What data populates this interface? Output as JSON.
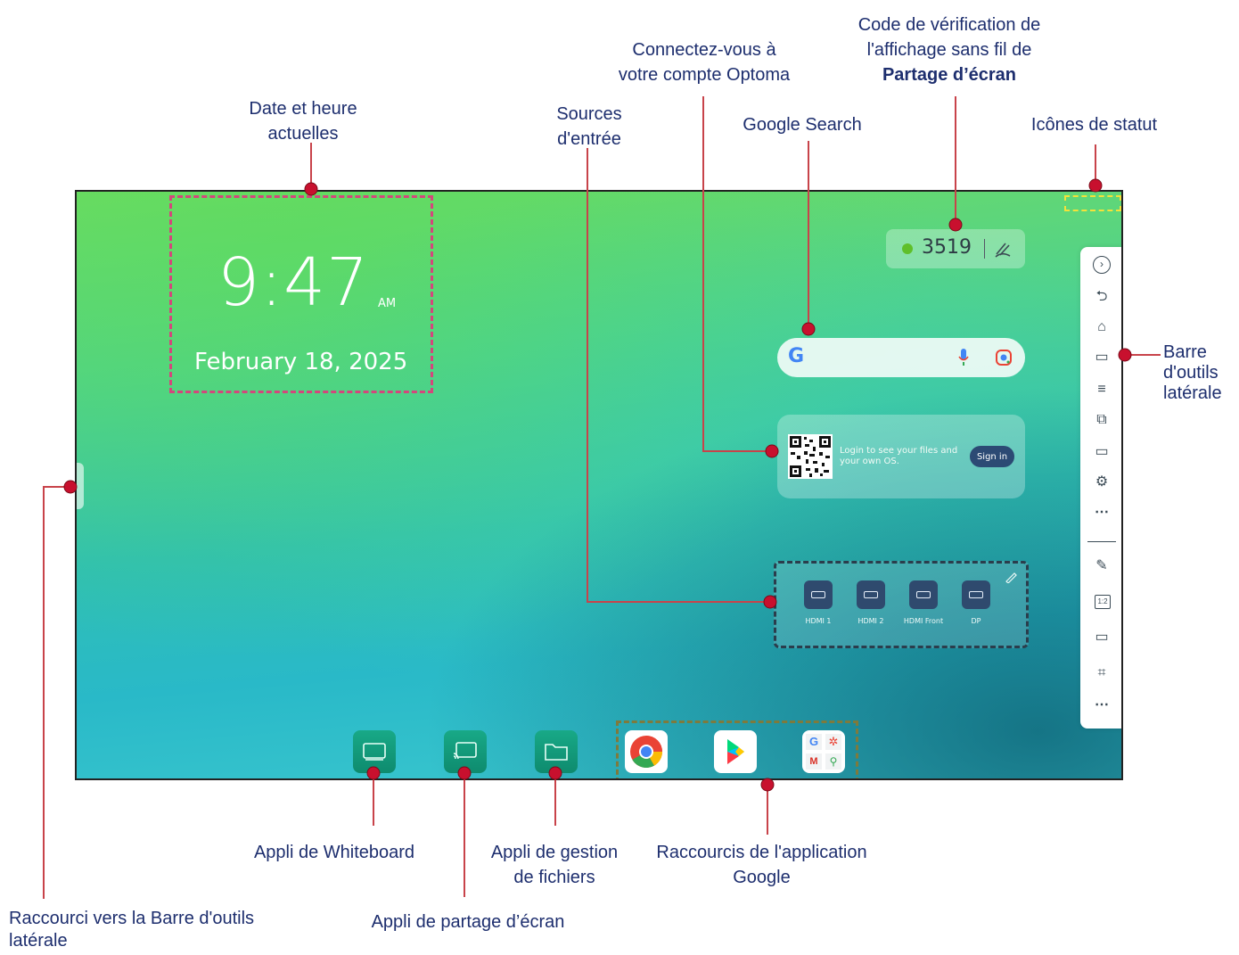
{
  "callouts": {
    "datetime": [
      "Date et heure",
      "actuelles"
    ],
    "sources": [
      "Sources",
      "d'entrée"
    ],
    "account": [
      "Connectez-vous à",
      "votre compte Optoma"
    ],
    "google_search": "Google Search",
    "verification": [
      "Code de vérification de",
      "l'affichage sans fil de",
      "Partage d’écran"
    ],
    "status_icons": "Icônes de statut",
    "sidebar": [
      "Barre",
      "d'outils",
      "latérale"
    ],
    "sidebar_shortcut": [
      "Raccourci vers la Barre d'outils",
      "latérale"
    ],
    "whiteboard": "Appli de Whiteboard",
    "screen_share": "Appli de partage d’écran",
    "file_manager": [
      "Appli de gestion",
      "de fichiers"
    ],
    "google_apps": [
      "Raccourcis de l'application",
      "Google"
    ]
  },
  "screen": {
    "clock": {
      "time": "9:47",
      "ampm": "AM",
      "date": "February 18, 2025"
    },
    "wireless_code": "3519",
    "login": {
      "text": "Login to see your files and your own OS.",
      "button": "Sign in"
    },
    "sources": [
      "HDMI 1",
      "HDMI 2",
      "HDMI Front",
      "DP"
    ],
    "google_logo": "G",
    "sidebar_icons": [
      "chevron-right-icon",
      "back-icon",
      "home-icon",
      "windows-icon",
      "menu-icon",
      "cast-icon",
      "whiteboard-icon",
      "settings-icon",
      "apps-icon",
      "pen-icon",
      "ratio-icon",
      "camera-icon",
      "crop-icon",
      "more-icon"
    ],
    "sidebar_glyphs": [
      "›",
      "⮌",
      "⌂",
      "▭",
      "≡",
      "⧉",
      "▭",
      "⚙",
      "⋯",
      "✎",
      "1:2",
      "▭",
      "⌗",
      "⋯"
    ],
    "google_tiles": [
      "G",
      "✲",
      "M",
      "⚲"
    ]
  },
  "colors": {
    "callout_text": "#1d2e6e",
    "leader": "#c8434a",
    "dot": "#c8102e",
    "source_button": "#2f4a6e",
    "dock_green": "#0e9a78",
    "status_dot": "#5fbf2a"
  }
}
